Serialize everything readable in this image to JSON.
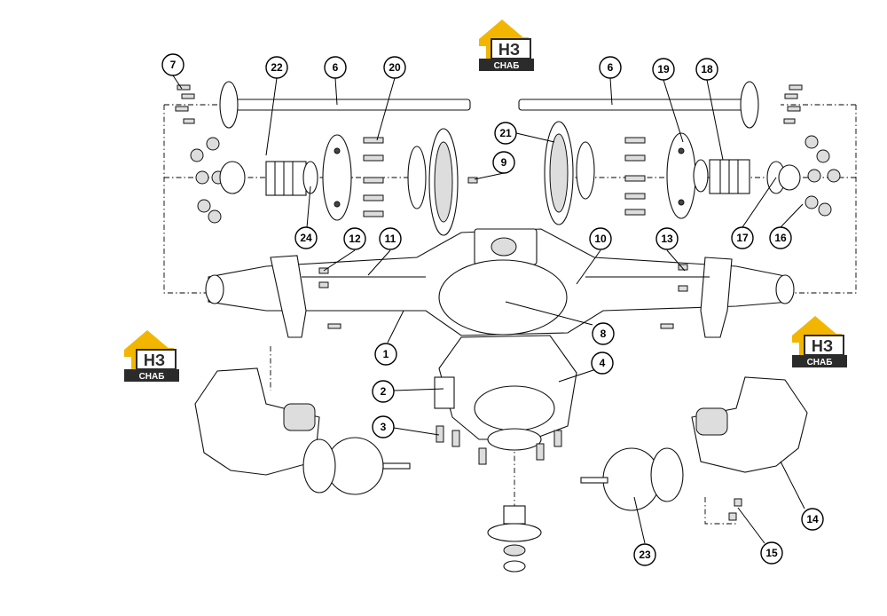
{
  "logo": {
    "mark": "НЗ",
    "text": "СНАБ",
    "color_yellow": "#f2b600",
    "color_dark": "#2b2b2b"
  },
  "callouts": {
    "c1": "1",
    "c2": "2",
    "c3": "3",
    "c4": "4",
    "c5_6a": "6",
    "c6b": "6",
    "c7": "7",
    "c8": "8",
    "c9": "9",
    "c10": "10",
    "c11": "11",
    "c12": "12",
    "c13": "13",
    "c14": "14",
    "c15": "15",
    "c16": "16",
    "c17": "17",
    "c18": "18",
    "c19": "19",
    "c20": "20",
    "c21": "21",
    "c22": "22",
    "c23": "23",
    "c24": "24"
  }
}
